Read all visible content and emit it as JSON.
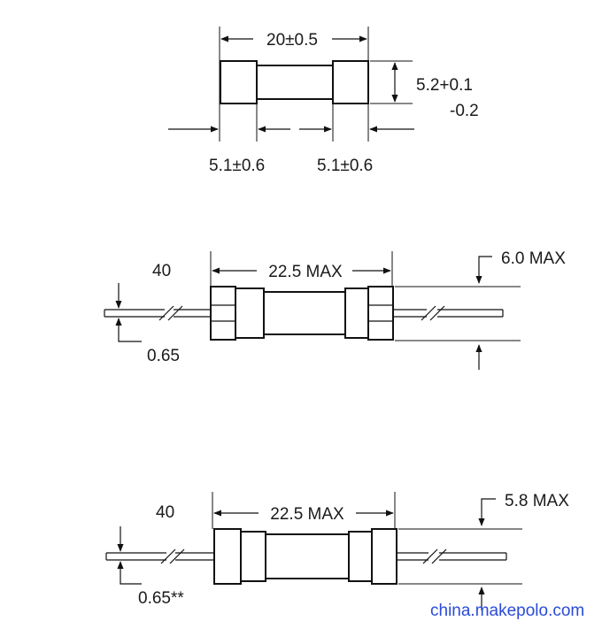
{
  "fuse_top": {
    "length_label": "20±0.5",
    "diameter_label_main": "5.2+0.1",
    "diameter_label_tol": "-0.2",
    "cap_left_label": "5.1±0.6",
    "cap_right_label": "5.1±0.6"
  },
  "fuse_middle": {
    "lead_length_label": "40",
    "body_length_label": "22.5 MAX",
    "diameter_label": "6.0 MAX",
    "lead_diameter_label": "0.65"
  },
  "fuse_bottom": {
    "lead_length_label": "40",
    "body_length_label": "22.5 MAX",
    "diameter_label": "5.8 MAX",
    "lead_diameter_label": "0.65**"
  },
  "watermark": "china.makepolo.com"
}
